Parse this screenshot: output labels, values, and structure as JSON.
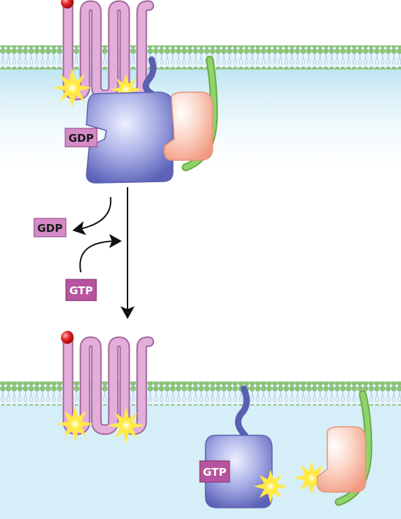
{
  "labels": {
    "gdp_bound": "GDP",
    "gdp_released": "GDP",
    "gtp_incoming": "GTP",
    "gtp_bound": "GTP"
  },
  "colors": {
    "receptor": "#de9fd4",
    "receptor_stroke": "#a0679a",
    "label_box": "#d48bc6",
    "label_box_dark": "#b8539f",
    "alpha_subunit": "#7c7fcb",
    "beta_subunit": "#f5b9a8",
    "gamma_subunit": "#7ec25a",
    "ligand": "#d81d1d",
    "membrane_head": "#8bc56e",
    "cytoplasm": "#d6eef7",
    "spark": "#ffe94a"
  },
  "icons": {
    "ligand": "ligand-dot-icon",
    "activation": "starburst-icon"
  }
}
